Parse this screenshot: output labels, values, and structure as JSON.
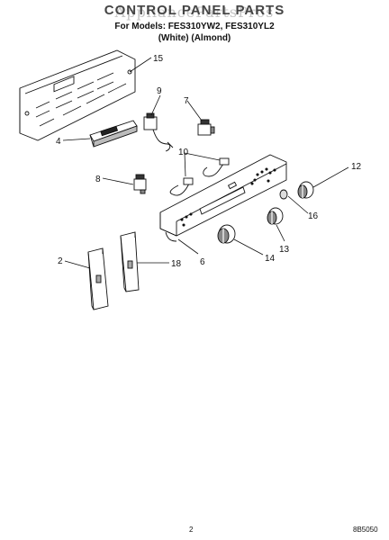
{
  "header": {
    "title": "CONTROL PANEL PARTS",
    "watermark": "AppliancePartsPros",
    "model_line": "For Models: FES310YW2, FES310YL2",
    "finish_line": "(White)   (Almond)"
  },
  "callouts": [
    "15",
    "9",
    "7",
    "4",
    "10",
    "12",
    "8",
    "16",
    "2",
    "18",
    "6",
    "14",
    "13"
  ],
  "footer": {
    "page_number": "2",
    "code": "8B5050"
  }
}
